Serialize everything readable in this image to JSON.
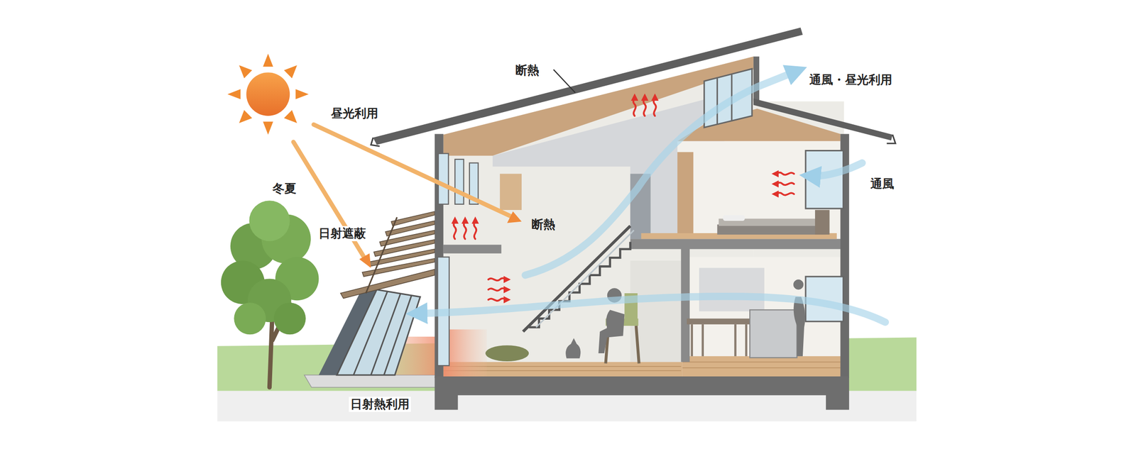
{
  "diagram": {
    "labels": [
      "断熱",
      "通風・昼光利用",
      "昼光利用",
      "冬夏",
      "断熱",
      "日射遮蔽",
      "通風",
      "日射熱利用"
    ]
  }
}
